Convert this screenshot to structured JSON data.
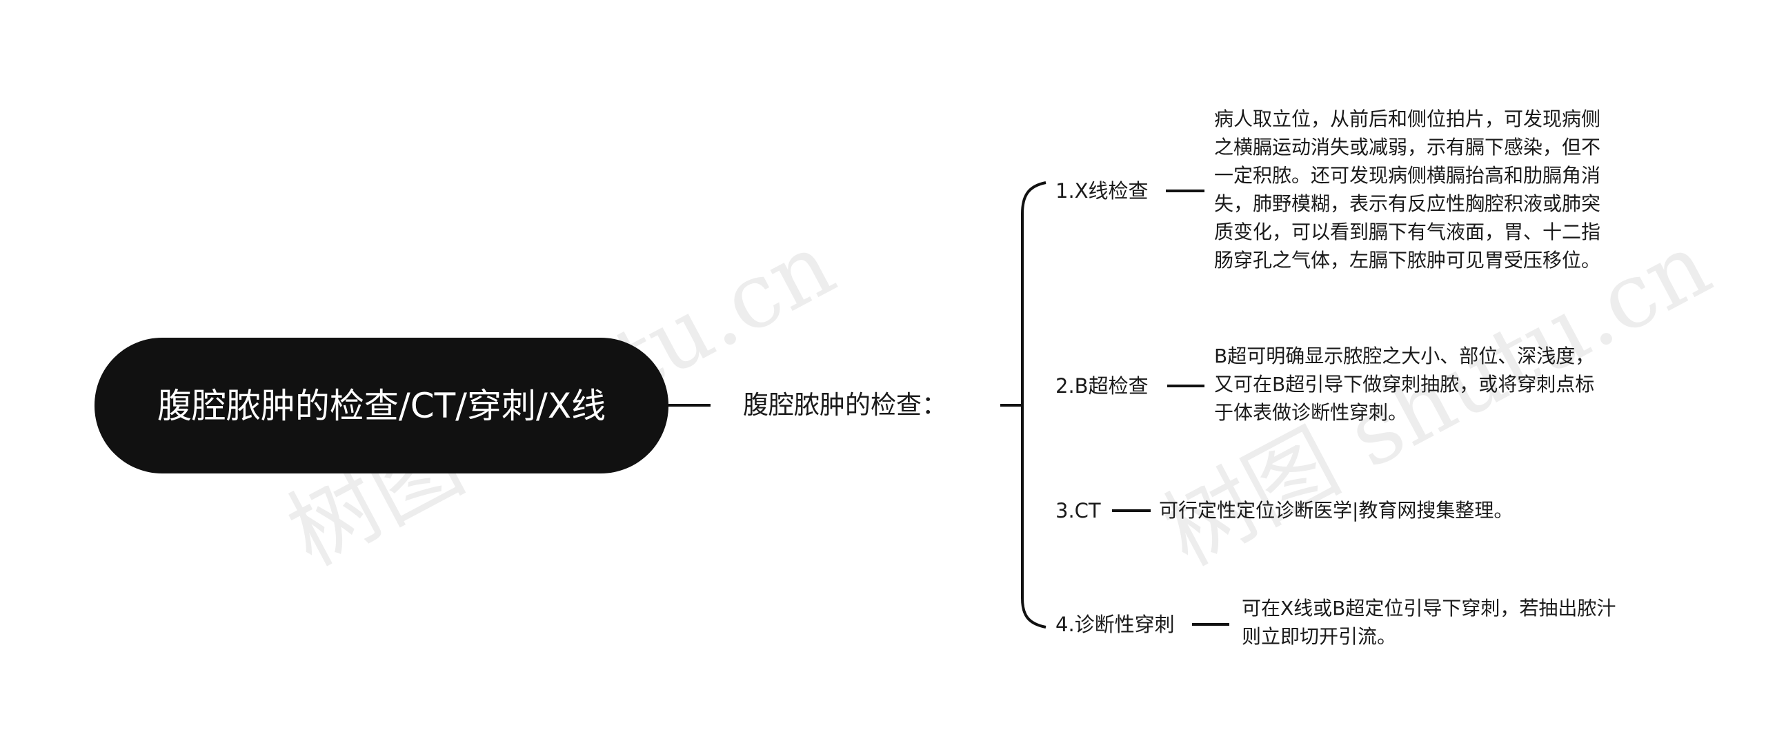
{
  "root": {
    "title": "腹腔脓肿的检查/CT/穿刺/X线"
  },
  "mid": {
    "label": "腹腔脓肿的检查："
  },
  "branches": [
    {
      "label": "1.X线检查",
      "desc_lines": [
        "病人取立位，从前后和侧位拍片，可发现病侧",
        "之横膈运动消失或减弱，示有膈下感染，但不",
        "一定积脓。还可发现病侧横膈抬高和肋膈角消",
        "失，肺野模糊，表示有反应性胸腔积液或肺突",
        "质变化，可以看到膈下有气液面，胃、十二指",
        "肠穿孔之气体，左膈下脓肿可见胃受压移位。"
      ]
    },
    {
      "label": "2.B超检查",
      "desc_lines": [
        "B超可明确显示脓腔之大小、部位、深浅度，",
        "又可在B超引导下做穿刺抽脓，或将穿刺点标",
        "于体表做诊断性穿刺。"
      ]
    },
    {
      "label": "3.CT",
      "desc_lines": [
        "可行定性定位诊断医学|教育网搜集整理。"
      ]
    },
    {
      "label": "4.诊断性穿刺",
      "desc_lines": [
        "可在X线或B超定位引导下穿刺，若抽出脓汁",
        "则立即切开引流。"
      ]
    }
  ],
  "watermark": {
    "text": "树图 shutu.cn"
  },
  "colors": {
    "root_fill": "#111111",
    "line": "#111111",
    "text": "#1a1a1a"
  }
}
